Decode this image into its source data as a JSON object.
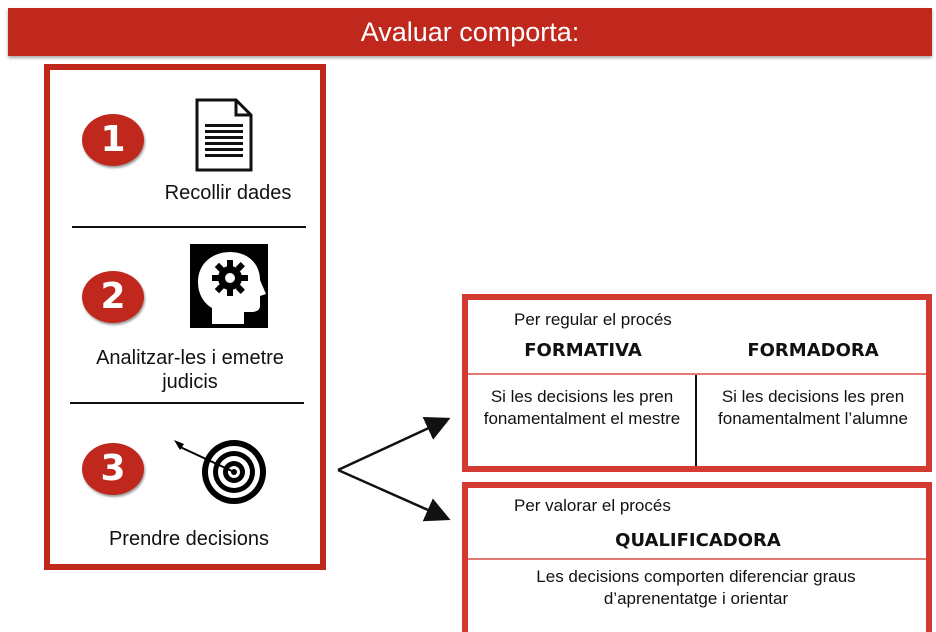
{
  "header": {
    "title": "Avaluar comporta:"
  },
  "steps": [
    {
      "number": "1",
      "label": "Recollir dades",
      "icon": "document-icon"
    },
    {
      "number": "2",
      "label": "Analitzar-les i emetre judicis",
      "icon": "head-gear-icon"
    },
    {
      "number": "3",
      "label": "Prendre decisions",
      "icon": "target-icon"
    }
  ],
  "regulate": {
    "title": "Per regular el procés",
    "formativa": {
      "heading": "FORMATIVA",
      "description": "Si les decisions les pren fonamentalment el mestre"
    },
    "formadora": {
      "heading": "FORMADORA",
      "description": "Si les decisions les pren fonamentalment l’alumne"
    }
  },
  "assess": {
    "title": "Per valorar el procés",
    "heading": "QUALIFICADORA",
    "description": "Les decisions comporten diferenciar graus d’aprenentatge i orientar"
  },
  "colors": {
    "accent": "#c0281d",
    "box_border": "#d23a32",
    "soft_line": "#e07a73"
  }
}
